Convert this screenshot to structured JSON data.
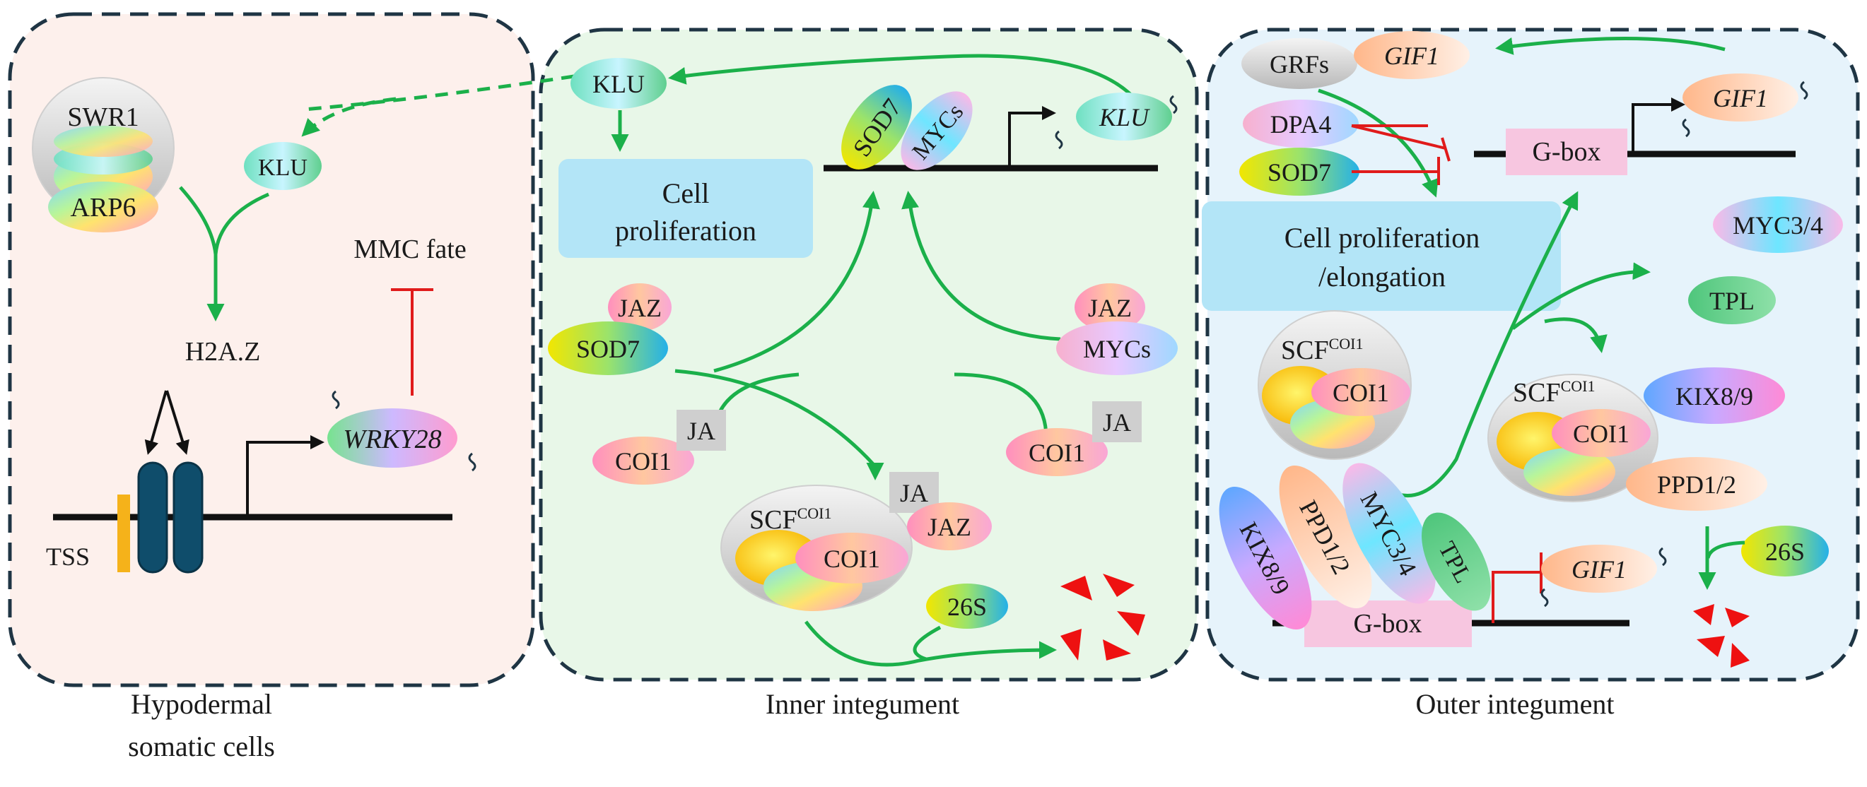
{
  "panels": {
    "hypodermal": {
      "caption_line1": "Hypodermal",
      "caption_line2": "somatic cells",
      "swr1": "SWR1",
      "arp6": "ARP6",
      "klu": "KLU",
      "mmc_fate": "MMC fate",
      "h2az": "H2A.Z",
      "wrky28": "WRKY28",
      "tss": "TSS"
    },
    "inner": {
      "caption": "Inner integument",
      "klu_protein": "KLU",
      "cell_prolif_line1": "Cell",
      "cell_prolif_line2": "proliferation",
      "sod7": "SOD7",
      "mycs": "MYCs",
      "klu_gene": "KLU",
      "jaz_left": "JAZ",
      "sod7_left": "SOD7",
      "coi1_left": "COI1",
      "ja_left": "JA",
      "jaz_right": "JAZ",
      "mycs_right": "MYCs",
      "coi1_right": "COI1",
      "ja_right": "JA",
      "scf": "SCF",
      "scf_sup": "COI1",
      "ja_center": "JA",
      "jaz_center": "JAZ",
      "coi1_center": "COI1",
      "proteasome": "26S"
    },
    "outer": {
      "caption": "Outer integument",
      "grfs": "GRFs",
      "gif1_protein": "GIF1",
      "gif1_gene_top": "GIF1",
      "dpa4": "DPA4",
      "sod7": "SOD7",
      "gbox_top": "G-box",
      "cell_prolif_line1": "Cell proliferation",
      "cell_prolif_line2": "/elongation",
      "myc34_top": "MYC3/4",
      "tpl_top": "TPL",
      "scf_left": "SCF",
      "scf_left_sup": "COI1",
      "coi1_left": "COI1",
      "scf_right": "SCF",
      "scf_right_sup": "COI1",
      "kix_right": "KIX8/9",
      "coi1_right": "COI1",
      "ppd_right": "PPD1/2",
      "proteasome": "26S",
      "kix_stack": "KIX8/9",
      "ppd_stack": "PPD1/2",
      "myc_stack": "MYC3/4",
      "tpl_stack": "TPL",
      "gif1_gene_bottom": "GIF1",
      "gbox_bottom": "G-box"
    }
  },
  "colors": {
    "green_arrow": "#1bb04a",
    "red_inhibit": "#e01b1b",
    "panel1_bg": "#fdf0ec",
    "panel2_bg": "#e8f7e8",
    "panel3_bg": "#e6f3fb",
    "border": "#1f3544",
    "nucleosome": "#0f4d6b",
    "tss_bar": "#f5b21a",
    "blue_box": "#b3e5f7",
    "gbox": "#f7c6e0",
    "fragment": "#ee1111"
  }
}
